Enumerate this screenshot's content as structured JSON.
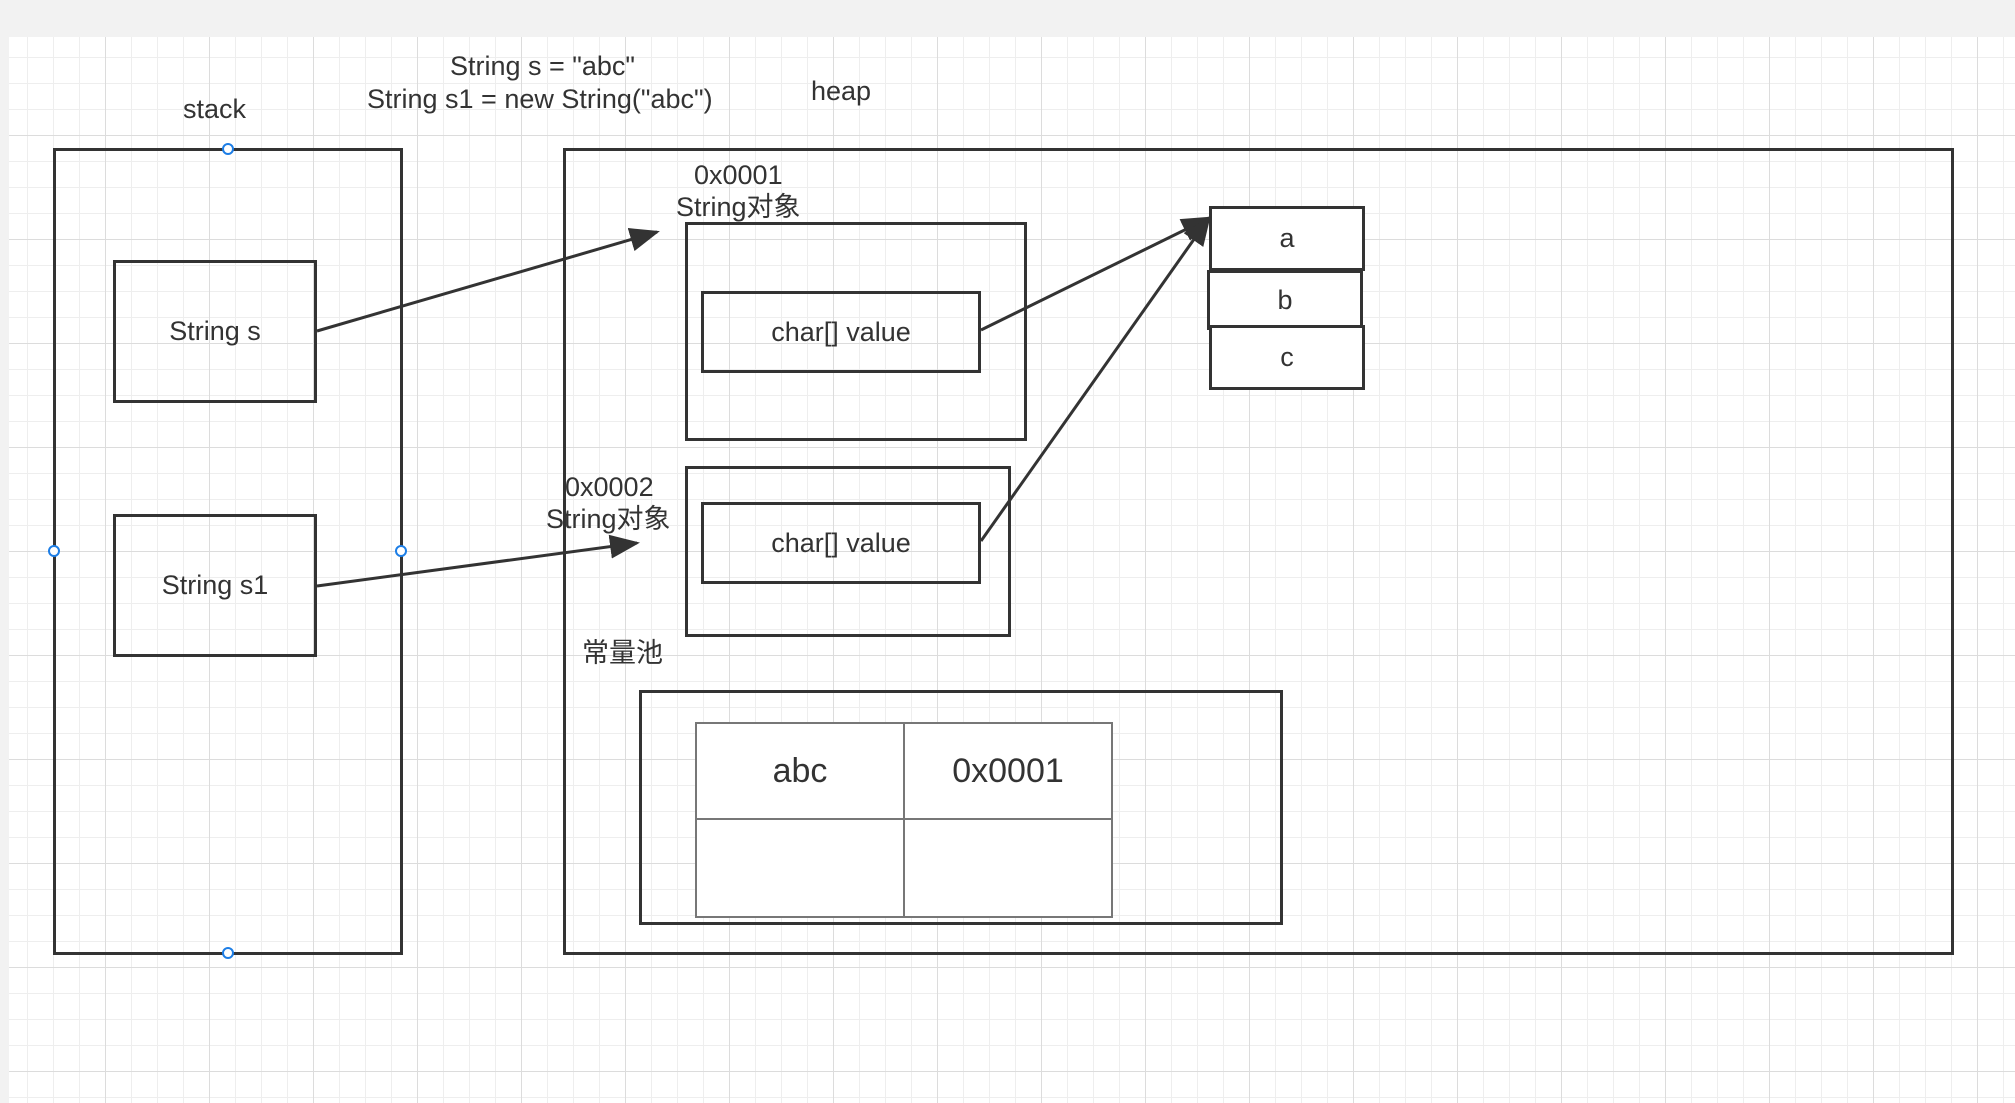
{
  "code": {
    "line1": "String s = \"abc\"",
    "line2": "String s1 = new String(\"abc\")"
  },
  "stack": {
    "title": "stack",
    "vars": [
      "String s",
      "String s1"
    ]
  },
  "heap": {
    "title": "heap",
    "objects": [
      {
        "address": "0x0001",
        "type": "String对象",
        "field": "char[] value"
      },
      {
        "address": "0x0002",
        "type": "String对象",
        "field": "char[] value"
      }
    ],
    "chars": [
      "a",
      "b",
      "c"
    ]
  },
  "constant_pool": {
    "title": "常量池",
    "rows": [
      [
        "abc",
        "0x0001"
      ],
      [
        "",
        ""
      ]
    ]
  },
  "colors": {
    "stroke": "#333333",
    "selection_handle": "#1d7ee6",
    "grid": "#dcdcdc"
  }
}
